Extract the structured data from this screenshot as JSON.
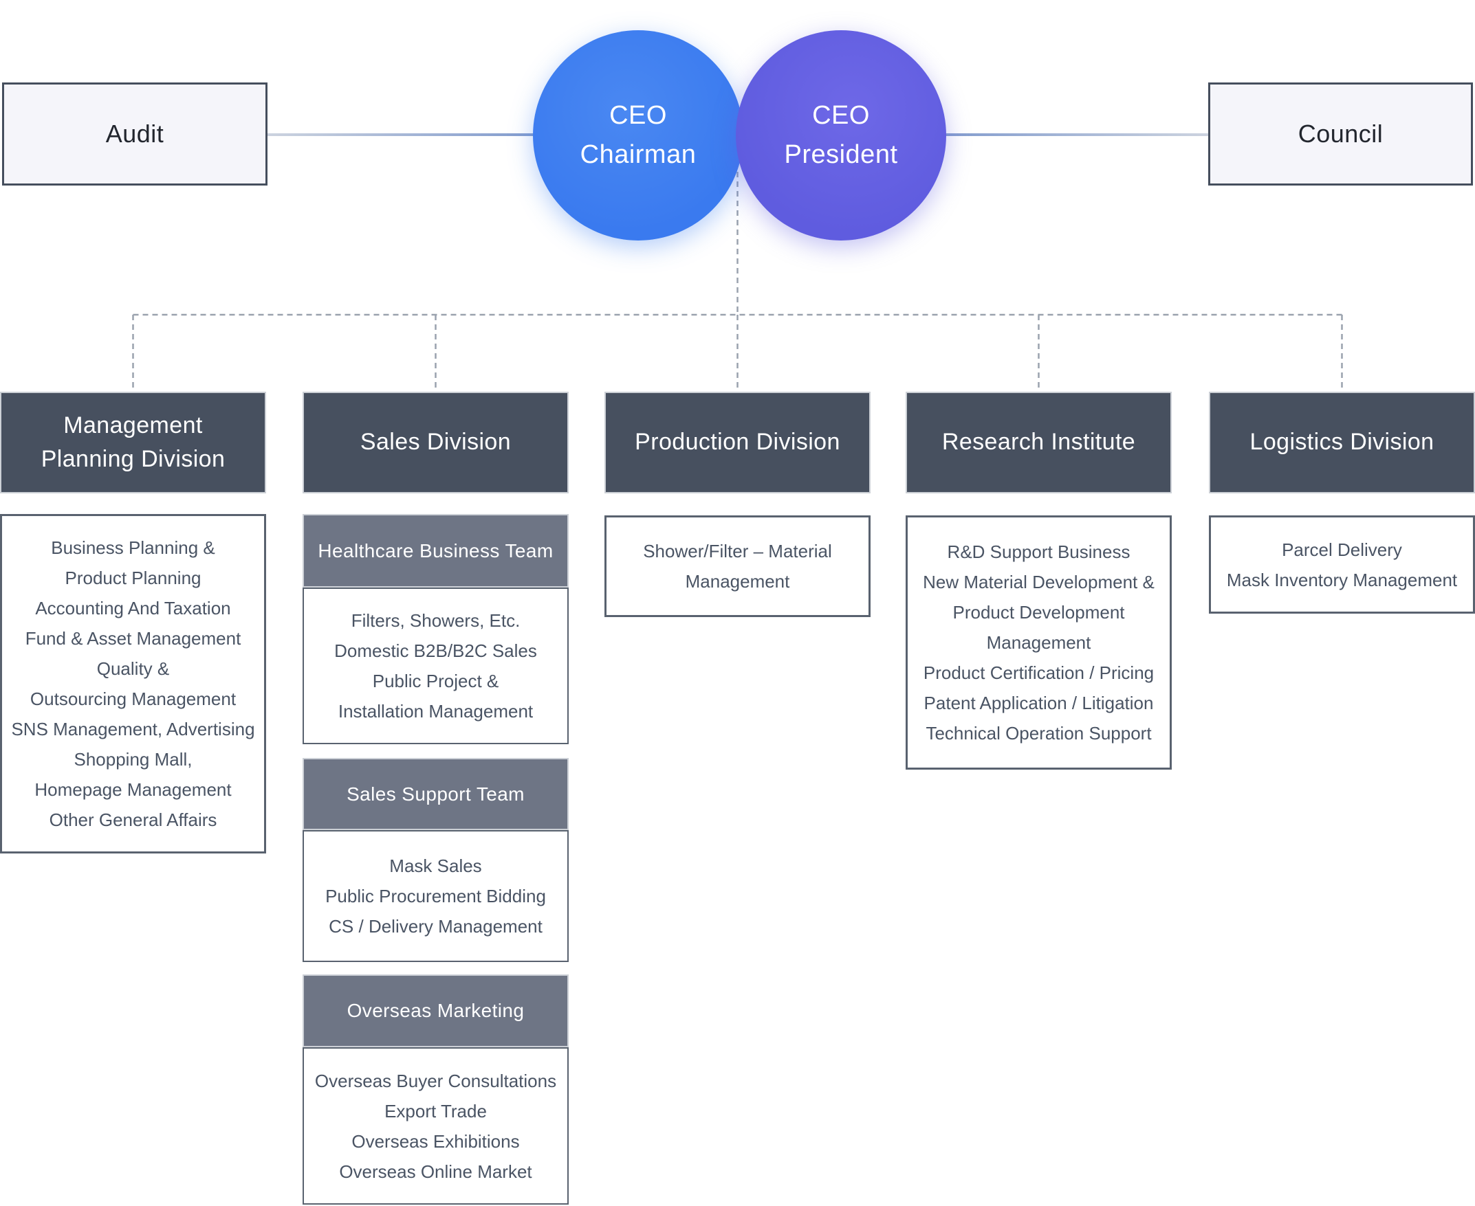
{
  "palette": {
    "chairman_blue": "#3d7df0",
    "president_purple": "#6461e0",
    "division_header_bg": "#47505f",
    "team_header_bg": "#6e7585",
    "detail_text": "#4a5464",
    "box_border": "#59626f",
    "side_box_bg": "#f5f5fa",
    "side_box_border": "#454e5d",
    "solid_line_blue": "#5e81c6",
    "dashed_line_gray": "#9aa2ae"
  },
  "top": {
    "audit_label": "Audit",
    "council_label": "Council",
    "chairman": {
      "title": "CEO",
      "subtitle": "Chairman"
    },
    "president": {
      "title": "CEO",
      "subtitle": "President"
    }
  },
  "divisions": [
    {
      "title": "Management Planning Division",
      "details": [
        "Business Planning &",
        "Product Planning",
        "Accounting And Taxation",
        "Fund & Asset Management",
        "Quality &",
        "Outsourcing Management",
        "SNS Management, Advertising",
        "Shopping Mall,",
        "Homepage Management",
        "Other General Affairs"
      ]
    },
    {
      "title": "Sales Division",
      "teams": [
        {
          "name": "Healthcare Business Team",
          "details": [
            "Filters, Showers, Etc.",
            "Domestic B2B/B2C Sales",
            "Public Project &",
            "Installation Management"
          ]
        },
        {
          "name": "Sales Support Team",
          "details": [
            "Mask Sales",
            "Public Procurement Bidding",
            "CS / Delivery Management"
          ]
        },
        {
          "name": "Overseas Marketing",
          "details": [
            "Overseas Buyer Consultations",
            "Export Trade",
            "Overseas Exhibitions",
            "Overseas Online Market"
          ]
        }
      ]
    },
    {
      "title": "Production Division",
      "details": [
        "Shower/Filter – Material",
        "Management"
      ]
    },
    {
      "title": "Research Institute",
      "details": [
        "R&D Support Business",
        "New Material Development &",
        "Product Development",
        "Management",
        "Product Certification / Pricing",
        "Patent Application / Litigation",
        "Technical Operation Support"
      ]
    },
    {
      "title": "Logistics Division",
      "details": [
        "Parcel Delivery",
        "Mask Inventory Management"
      ]
    }
  ]
}
